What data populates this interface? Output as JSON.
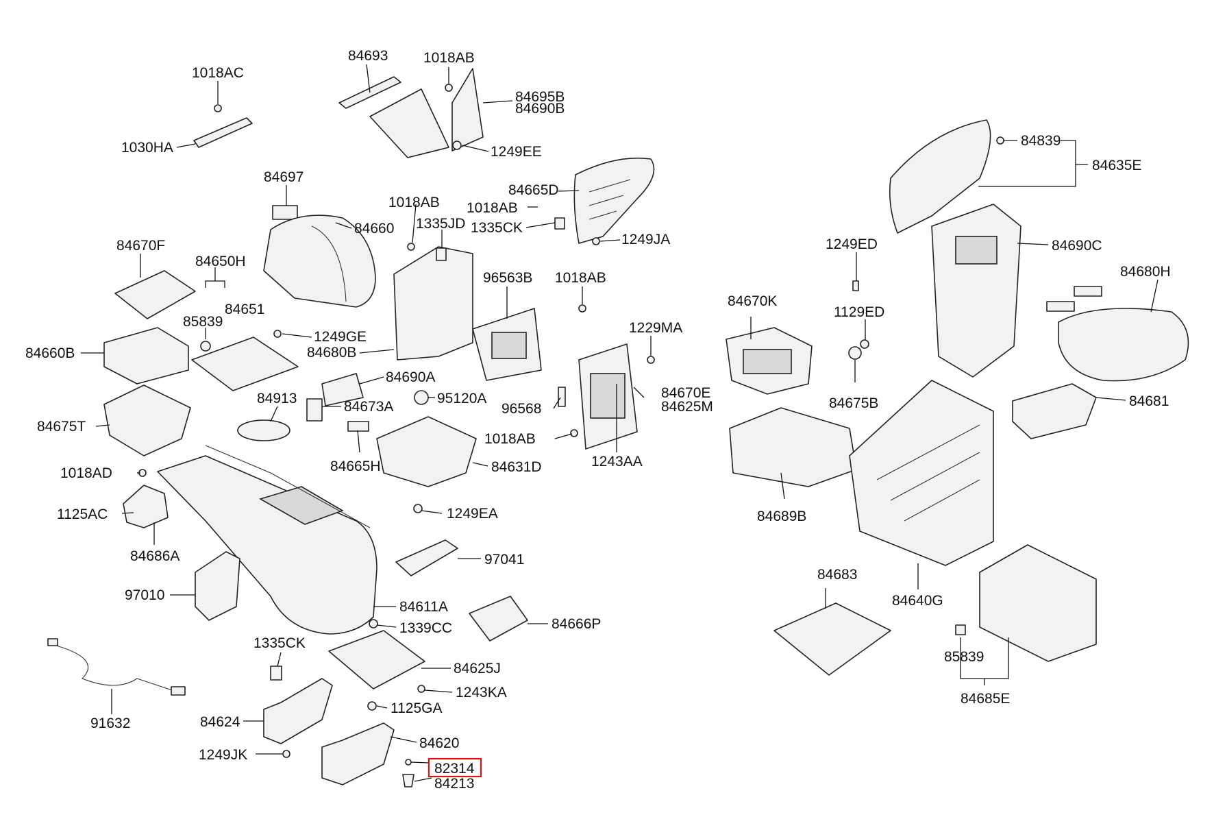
{
  "diagram": {
    "highlighted_part": "82314",
    "highlight_color": "#e01010",
    "labels": [
      "1018AC",
      "1030HA",
      "84693",
      "1018AB",
      "84695B",
      "84690B",
      "1249EE",
      "84697",
      "84660",
      "1018AB",
      "1335JD",
      "1018AB",
      "1335CK",
      "84665D",
      "1249JA",
      "84670F",
      "84650H",
      "84651",
      "85839",
      "1249GE",
      "84660B",
      "96563B",
      "84680B",
      "1018AB",
      "1229MA",
      "84690A",
      "84675T",
      "84913",
      "84673A",
      "95120A",
      "96568",
      "84670E",
      "84625M",
      "1018AB",
      "1243AA",
      "84665H",
      "84631D",
      "1018AD",
      "1125AC",
      "1249EA",
      "84686A",
      "97041",
      "97010",
      "84611A",
      "84666P",
      "1339CC",
      "1335CK",
      "84625J",
      "91632",
      "1243KA",
      "84624",
      "1125GA",
      "84620",
      "1249JK",
      "82314",
      "84213",
      "84839",
      "84635E",
      "1249ED",
      "84690C",
      "84680H",
      "84670K",
      "1129ED",
      "84675B",
      "84681",
      "84689B",
      "84683",
      "84640G",
      "85839",
      "84685E"
    ]
  }
}
